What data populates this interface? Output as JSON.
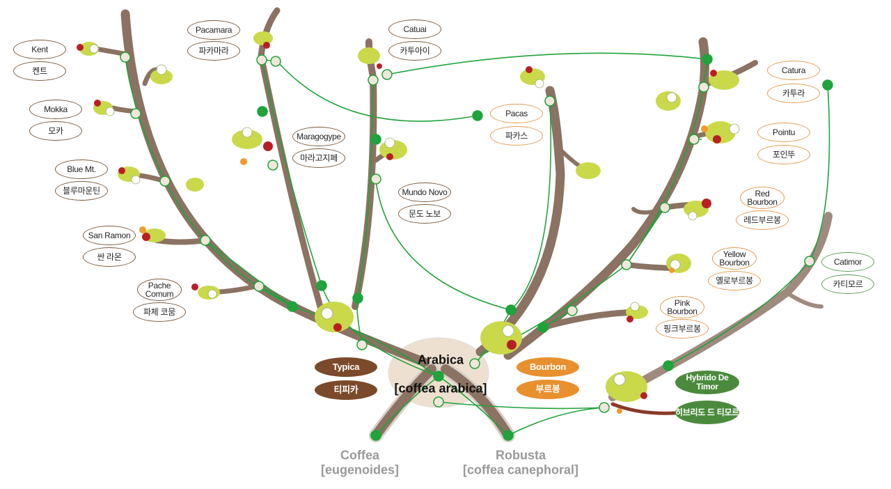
{
  "varieties": {
    "kent": {
      "en": "Kent",
      "ko": "켄트"
    },
    "mokka": {
      "en": "Mokka",
      "ko": "모카"
    },
    "blue_mt": {
      "en": "Blue Mt.",
      "ko": "블루마운틴"
    },
    "san_ramon": {
      "en": "San Ramon",
      "ko": "싼 라몬"
    },
    "pache_comum": {
      "en": "Pache Comum",
      "ko": "파체 코뭄"
    },
    "pacamara": {
      "en": "Pacamara",
      "ko": "파카마라"
    },
    "maragogype": {
      "en": "Maragogype",
      "ko": "마라고지페"
    },
    "catuai": {
      "en": "Catuai",
      "ko": "카투아이"
    },
    "mundo_novo": {
      "en": "Mundo Novo",
      "ko": "문도 노보"
    },
    "pacas": {
      "en": "Pacas",
      "ko": "파카스"
    },
    "catura": {
      "en": "Catura",
      "ko": "카투라"
    },
    "pointu": {
      "en": "Pointu",
      "ko": "포인뚜"
    },
    "red_bourbon": {
      "en": "Red Bourbon",
      "ko": "레드부르봉"
    },
    "yellow_bourbon": {
      "en": "Yellow Bourbon",
      "ko": "옐로부르봉"
    },
    "pink_bourbon": {
      "en": "Pink Bourbon",
      "ko": "핑크부르봉"
    },
    "catimor": {
      "en": "Catimor",
      "ko": "카티모르"
    },
    "typica": {
      "en": "Typica",
      "ko": "티피카"
    },
    "bourbon": {
      "en": "Bourbon",
      "ko": "부르봉"
    },
    "hybrido": {
      "en": "Hybrido De Timor",
      "ko": "히브리도 드 티모르"
    }
  },
  "center": {
    "name": "Arabica",
    "latin": "[coffea arabica]"
  },
  "roots": {
    "coffea": {
      "name": "Coffea",
      "latin": "[eugenoides]"
    },
    "robusta": {
      "name": "Robusta",
      "latin": "[coffea canephoral]"
    }
  },
  "colors": {
    "branch": "#8b7262",
    "lineage": "#1fa33a",
    "typica": "#7b4a2a",
    "bourbon": "#e8902e",
    "hybrido": "#4b8a3c",
    "root_text": "#999999"
  }
}
